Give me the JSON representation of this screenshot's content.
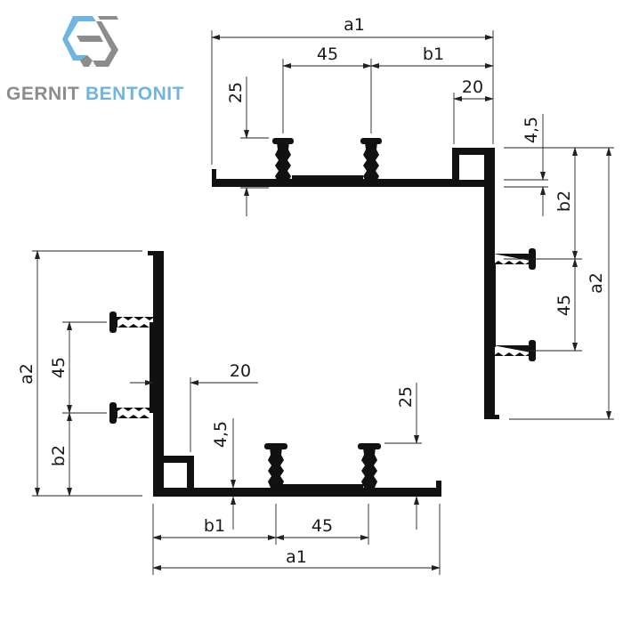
{
  "logo": {
    "word1": "GERNIT",
    "word2": "BENTONIT",
    "color_gray": "#8c8c8c",
    "color_blue": "#6fb5e2",
    "icon": "hexagon-g-logo-icon"
  },
  "labels": {
    "top": {
      "a1": "a1",
      "spacing": "45",
      "b1": "b1",
      "width": "20",
      "height": "25",
      "wall": "4,5",
      "b2": "b2",
      "spacing_vertical": "45",
      "a2": "a2"
    },
    "bottom": {
      "a2": "a2",
      "spacing_vertical": "45",
      "b2": "b2",
      "width": "20",
      "wall": "4,5",
      "height": "25",
      "b1": "b1",
      "spacing": "45",
      "a1": "a1"
    }
  }
}
